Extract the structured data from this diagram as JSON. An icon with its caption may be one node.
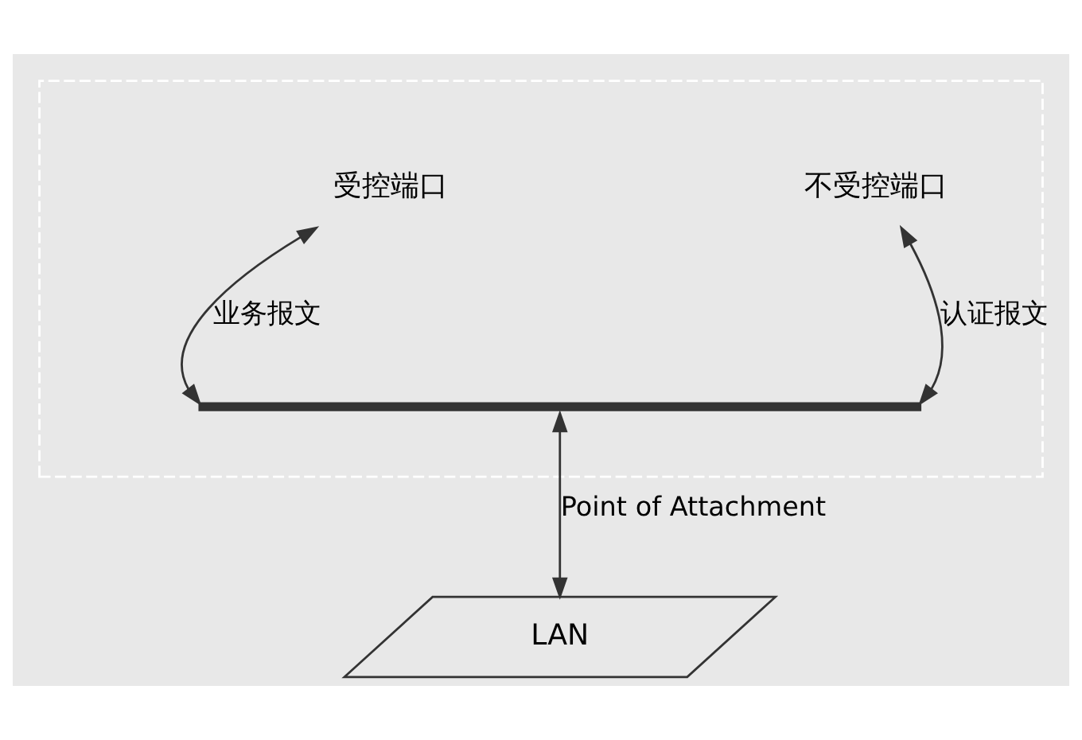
{
  "diagram": {
    "nodes": [
      {
        "text": [],
        "shape": "box"
      },
      {
        "text": [
          "受控端口"
        ],
        "in": 0
      },
      {
        "text": [
          "不受控端口"
        ],
        "in": 0
      },
      {
        "text": [],
        "shape": "bar",
        "in": 0
      },
      {
        "text": [
          "LAN"
        ]
      }
    ],
    "edges": [
      {
        "from": 1,
        "to": 3,
        "arrow": "both",
        "label": "业务报文"
      },
      {
        "from": 2,
        "to": 3,
        "arrow": "both",
        "label": "认证报文"
      },
      {
        "from": 3,
        "to": 4,
        "arrow": "both",
        "label": "Point of Attachment"
      }
    ]
  }
}
